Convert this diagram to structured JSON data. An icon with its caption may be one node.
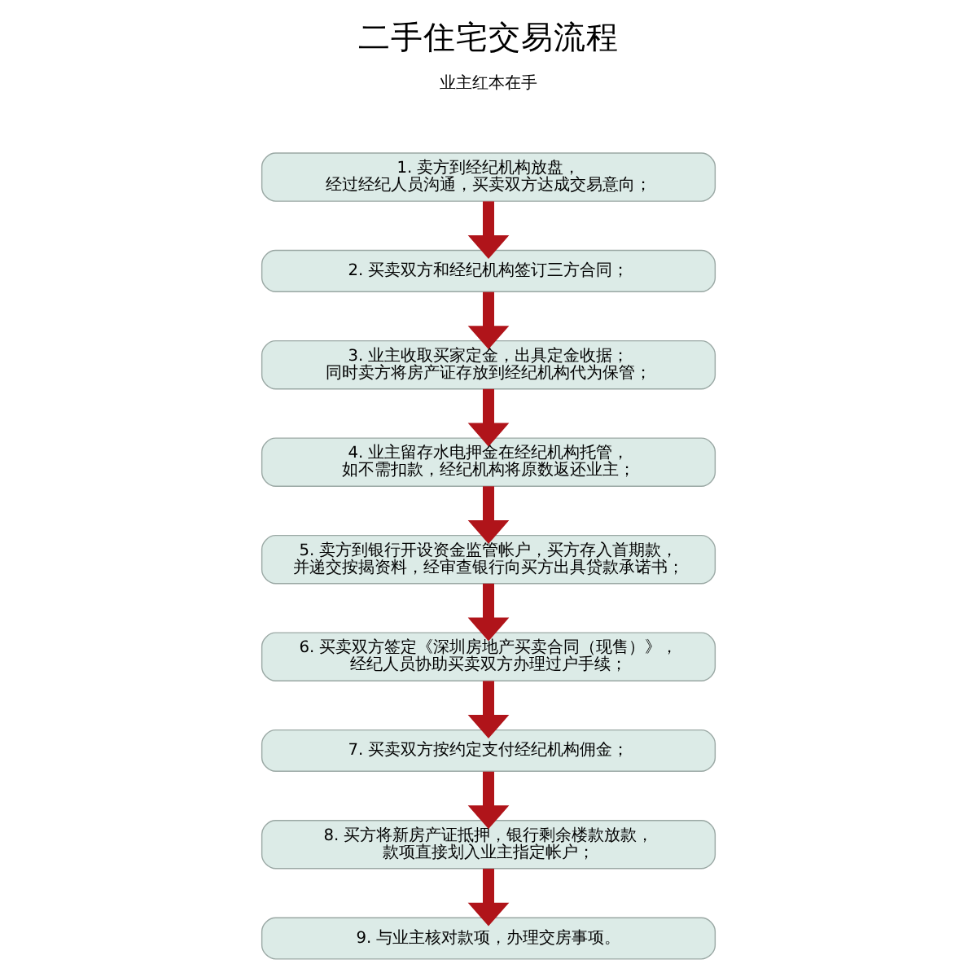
{
  "diagram": {
    "title": "二手住宅交易流程",
    "nodes": [
      {
        "text": [
          "1. 卖方到经纪机构放盘，经过经纪人员沟通，买卖双方达成交易意向；"
        ]
      },
      {
        "text": [
          "2. 买卖双方和经纪机构签订三方合同；"
        ]
      },
      {
        "text": [
          "3. 业主收取买家定金，出具定金收据；同时卖方将房产证存放到经纪机构代为保管；"
        ]
      },
      {
        "text": [
          "4. 业主留存水电押金在经纪机构托管，如不需扣款，经纪机构将原数返还业主；"
        ]
      },
      {
        "text": [
          "5. 卖方到银行开设资金监管帐户，买方存入首期款，并递交按揭资料，经审查银行向买方出具贷款承诺书；"
        ]
      },
      {
        "text": [
          "6. 买卖双方签定《深圳房地产买卖合同（现售）》，经纪人员协助买卖双方办理过户手续；"
        ]
      },
      {
        "text": [
          "7. 买卖双方按约定支付经纪机构佣金；"
        ]
      },
      {
        "text": [
          "8. 买方将新房产证抵押，银行剩余楼款放款，款项直接划入业主指定帐户；"
        ]
      },
      {
        "text": [
          "9. 与业主核对款项，办理交房事项。"
        ]
      }
    ],
    "edges": [
      {
        "from": 0,
        "to": 1,
        "arrow": "to"
      },
      {
        "from": 1,
        "to": 2,
        "arrow": "to"
      },
      {
        "from": 2,
        "to": 3,
        "arrow": "to"
      },
      {
        "from": 3,
        "to": 4,
        "arrow": "to"
      },
      {
        "from": 4,
        "to": 5,
        "arrow": "to"
      },
      {
        "from": 5,
        "to": 6,
        "arrow": "to"
      },
      {
        "from": 6,
        "to": 7,
        "arrow": "to"
      },
      {
        "from": 7,
        "to": 8,
        "arrow": "to"
      }
    ],
    "labels": [
      "业主红本在手"
    ]
  }
}
